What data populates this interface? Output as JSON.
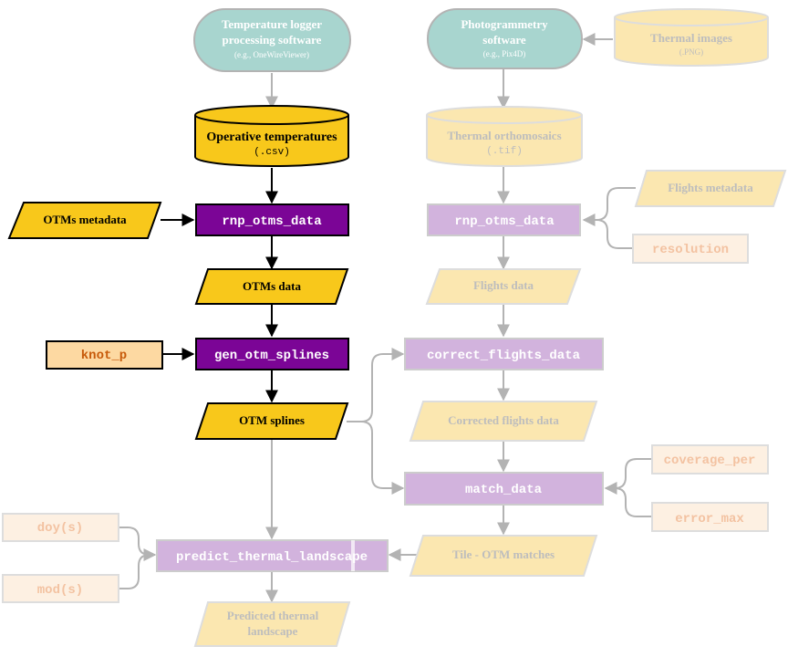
{
  "nodes": {
    "logger_software": {
      "title1": "Temperature logger",
      "title2": "processing software",
      "sub": "(e.g., OneWireViewer)"
    },
    "photogrammetry": {
      "title1": "Photogrammetry",
      "title2": "software",
      "sub": "(e.g., Pix4D)"
    },
    "thermal_images": {
      "title": "Thermal images",
      "sub": "(.PNG)"
    },
    "operative_temps": {
      "title": "Operative  temperatures",
      "sub": "(.csv)"
    },
    "thermal_ortho": {
      "title": "Thermal orthomosaics",
      "sub": "(.tif)"
    },
    "otms_metadata": {
      "label": "OTMs metadata"
    },
    "rnp_otms_left": {
      "label": "rnp_otms_data"
    },
    "rnp_otms_right": {
      "label": "rnp_otms_data"
    },
    "flights_metadata": {
      "label": "Flights metadata"
    },
    "resolution": {
      "label": "resolution"
    },
    "otms_data": {
      "label": "OTMs data"
    },
    "flights_data": {
      "label": "Flights data"
    },
    "knot_p": {
      "label": "knot_p"
    },
    "gen_otm_splines": {
      "label": "gen_otm_splines"
    },
    "correct_flights": {
      "label": "correct_flights_data"
    },
    "otm_splines": {
      "label": "OTM splines"
    },
    "corrected_flights": {
      "label": "Corrected flights data"
    },
    "coverage_per": {
      "label": "coverage_per"
    },
    "match_data": {
      "label": "match_data"
    },
    "error_max": {
      "label": "error_max"
    },
    "doy": {
      "label": "doy(s)"
    },
    "mod": {
      "label": "mod(s)"
    },
    "predict": {
      "label": "predict_thermal_landscape"
    },
    "tile_matches": {
      "label": "Tile - OTM matches"
    },
    "predicted": {
      "line1": "Predicted thermal",
      "line2": "landscape"
    }
  },
  "colors": {
    "teal": "#a8d5cf",
    "gold": "#f8c81b",
    "gold_light": "#fbe7b0",
    "purple": "#7b0596",
    "purple_light": "#d2b3dd",
    "peach": "#fdd9a2",
    "peach_light": "#fdf0e2",
    "arrow_dark": "#000000",
    "arrow_light": "#b3b3b3"
  }
}
